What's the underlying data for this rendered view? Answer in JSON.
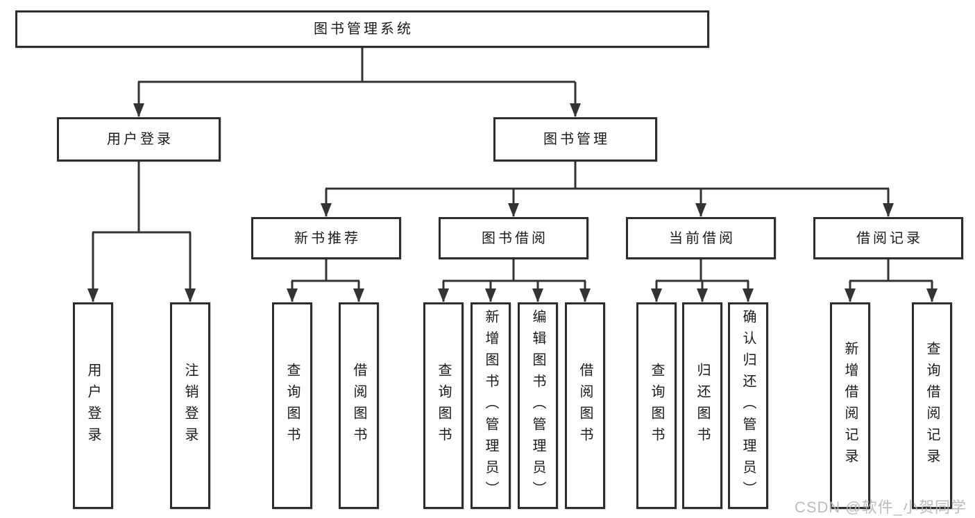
{
  "title": "图书管理系统",
  "nodes": {
    "user_login": "用户登录",
    "book_mgmt": "图书管理",
    "new_book_rec": "新书推荐",
    "book_borrow": "图书借阅",
    "current_borrow": "当前借阅",
    "borrow_records": "借阅记录"
  },
  "leaves": {
    "user_login": [
      "用户登录",
      "注销登录"
    ],
    "new_book_rec": [
      "查询图书",
      "借阅图书"
    ],
    "book_borrow": [
      "查询图书",
      "新增图书（管理员）",
      "编辑图书（管理员）",
      "借阅图书"
    ],
    "current_borrow": [
      "查询图书",
      "归还图书",
      "确认归还（管理员）"
    ],
    "borrow_records": [
      "新增借阅记录",
      "查询借阅记录"
    ]
  },
  "watermark": "CSDN @软件_小贺同学",
  "colors": {
    "line": "#333333",
    "border": "#2d2d2d",
    "text": "#1b1b1b",
    "watermark": "#b5b5b5",
    "background": "#ffffff"
  }
}
